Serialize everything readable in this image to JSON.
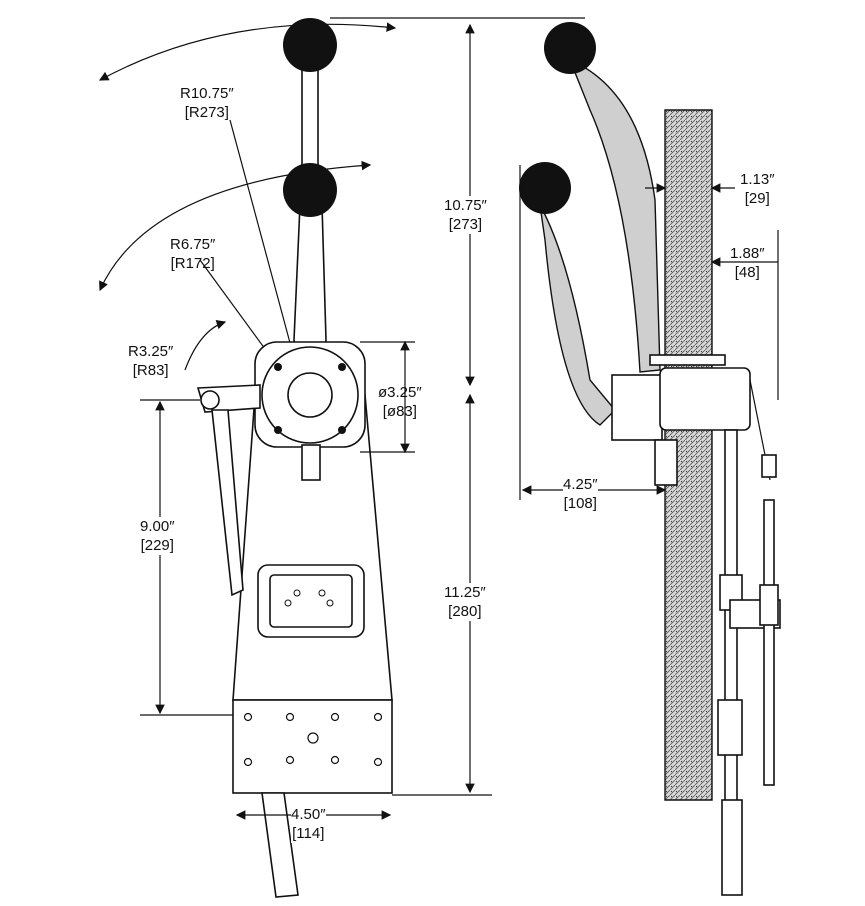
{
  "dimensions": {
    "r_outer": {
      "value": "R10.75″",
      "metric": "[R273]"
    },
    "r_inner": {
      "value": "R6.75″",
      "metric": "[R172]"
    },
    "r_small": {
      "value": "R3.25″",
      "metric": "[R83]"
    },
    "dia": {
      "value": "ø3.25″",
      "metric": "[ø83]"
    },
    "height_top": {
      "value": "10.75″",
      "metric": "[273]"
    },
    "height_bottom": {
      "value": "11.25″",
      "metric": "[280]"
    },
    "height_left": {
      "value": "9.00″",
      "metric": "[229]"
    },
    "width_base": {
      "value": "4.50″",
      "metric": "[114]"
    },
    "side_offset": {
      "value": "4.25″",
      "metric": "[108]"
    },
    "wall_thick": {
      "value": "1.13″",
      "metric": "[29]"
    },
    "wall_depth": {
      "value": "1.88″",
      "metric": "[48]"
    }
  }
}
